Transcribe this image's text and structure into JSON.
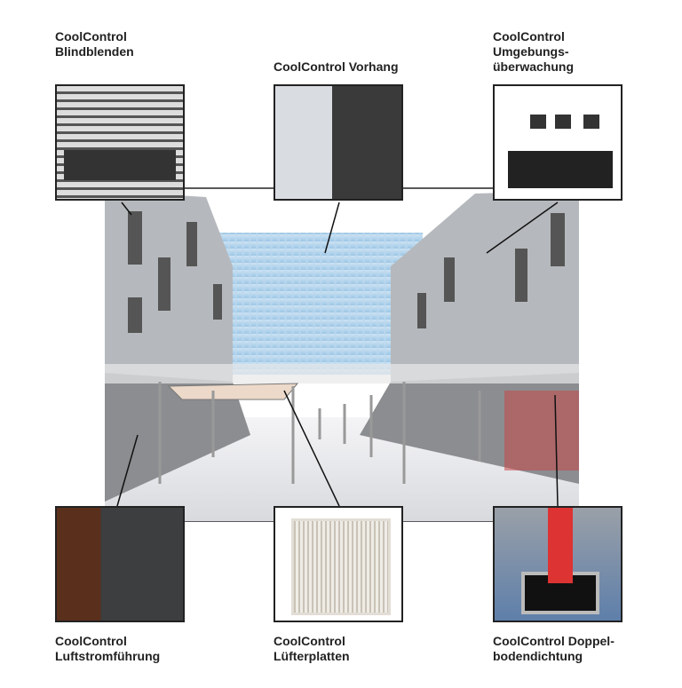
{
  "callouts": {
    "blindblenden": {
      "line1": "CoolControl",
      "line2": "Blindblenden"
    },
    "vorhang": {
      "line1": "CoolControl Vorhang"
    },
    "umgebung": {
      "line1": "CoolControl",
      "line2": "Umgebungs-",
      "line3": "überwachung"
    },
    "luftstrom": {
      "line1": "CoolControl",
      "line2": "Luftstromführung"
    },
    "luefter": {
      "line1": "CoolControl",
      "line2": "Lüfterplatten"
    },
    "doppelboden": {
      "line1": "CoolControl Doppel-",
      "line2": "bodendichtung"
    }
  }
}
